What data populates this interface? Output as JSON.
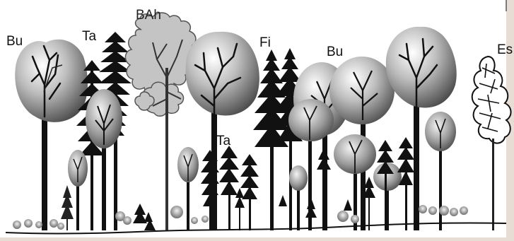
{
  "species_labels": {
    "bu_left": "Bu",
    "ta_left": "Ta",
    "bah": "BAh",
    "fi": "Fi",
    "bu_right": "Bu",
    "es": "Es",
    "ta_lower": "Ta"
  },
  "colors": {
    "background": "#e7ddd4",
    "panel": "#ffffff",
    "ink": "#111111",
    "beech_crown_light": "#e6e6e6",
    "beech_crown_dark": "#5a5a5a",
    "maple_crown": "#bdbdbd"
  }
}
